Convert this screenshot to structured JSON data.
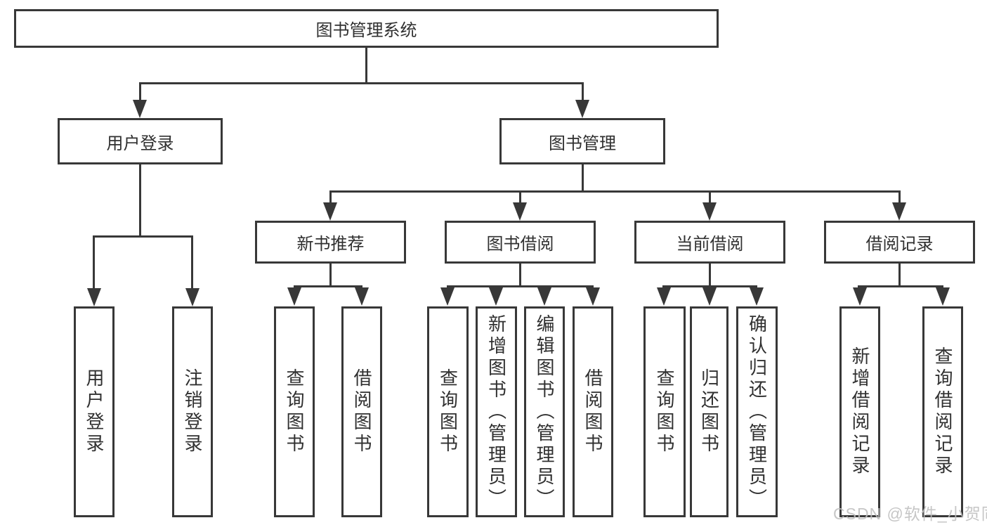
{
  "diagram": {
    "title": "图书管理系统",
    "branches": {
      "user": {
        "label": "用户登录",
        "children": [
          "用户登录",
          "注销登录"
        ]
      },
      "book": {
        "label": "图书管理",
        "sections": [
          {
            "label": "新书推荐",
            "children": [
              "查询图书",
              "借阅图书"
            ]
          },
          {
            "label": "图书借阅",
            "children": [
              "查询图书",
              "新增图书（管理员）",
              "编辑图书（管理员）",
              "借阅图书"
            ]
          },
          {
            "label": "当前借阅",
            "children": [
              "查询图书",
              "归还图书",
              "确认归还（管理员）"
            ]
          },
          {
            "label": "借阅记录",
            "children": [
              "新增借阅记录",
              "查询借阅记录"
            ]
          }
        ]
      }
    }
  },
  "watermark": {
    "text": "CSDN @软件_小贺同学"
  },
  "colors": {
    "line": "#383838",
    "text": "#303030",
    "background": "#ffffff",
    "watermark": "#bfbfbf"
  }
}
